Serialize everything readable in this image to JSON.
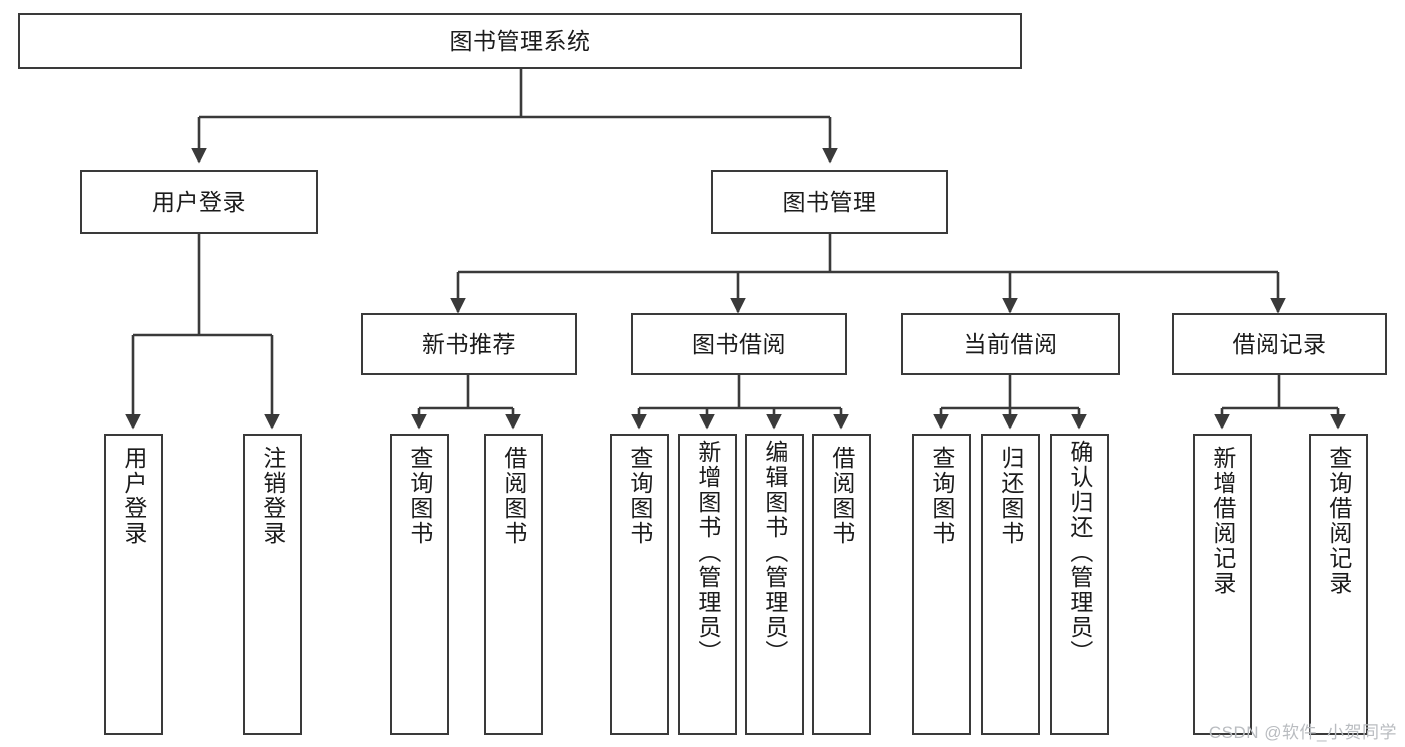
{
  "diagram": {
    "title": "图书管理系统",
    "type": "tree",
    "colors": {
      "box_border": "#3a3a3a",
      "box_fill": "#ffffff",
      "connector": "#3a3a3a",
      "text": "#1b1b1b",
      "watermark": "#b9bcc0"
    },
    "root": {
      "label": "图书管理系统"
    },
    "level2": [
      {
        "label": "用户登录"
      },
      {
        "label": "图书管理"
      }
    ],
    "level3": [
      {
        "label": "新书推荐"
      },
      {
        "label": "图书借阅"
      },
      {
        "label": "当前借阅"
      },
      {
        "label": "借阅记录"
      }
    ],
    "leaves": {
      "user_login": [
        {
          "label": "用户登录"
        },
        {
          "label": "注销登录"
        }
      ],
      "new_book_recommend": [
        {
          "label": "查询图书"
        },
        {
          "label": "借阅图书"
        }
      ],
      "book_borrow": [
        {
          "label": "查询图书"
        },
        {
          "label": "新增图书（管理员）"
        },
        {
          "label": "编辑图书（管理员）"
        },
        {
          "label": "借阅图书"
        }
      ],
      "current_borrow": [
        {
          "label": "查询图书"
        },
        {
          "label": "归还图书"
        },
        {
          "label": "确认归还（管理员）"
        }
      ],
      "borrow_record": [
        {
          "label": "新增借阅记录"
        },
        {
          "label": "查询借阅记录"
        }
      ]
    }
  },
  "watermark": {
    "text": "CSDN @软件_小贺同学"
  }
}
